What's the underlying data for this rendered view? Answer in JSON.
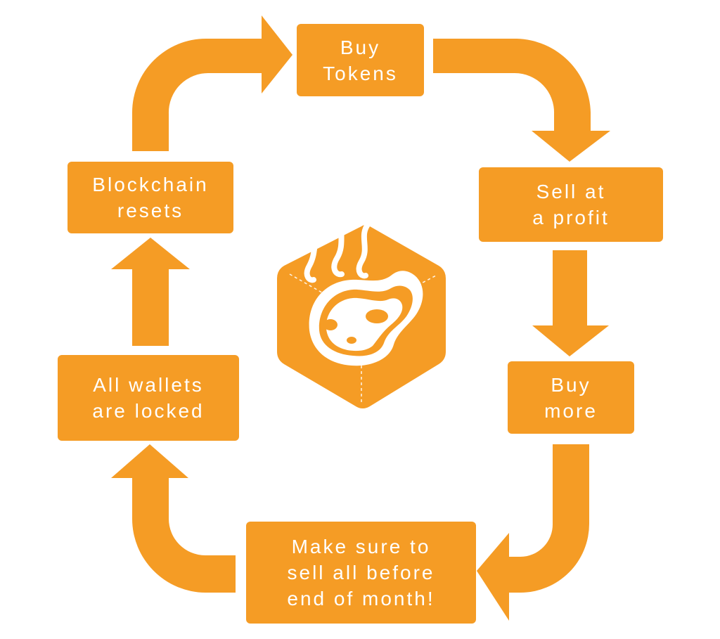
{
  "colors": {
    "accent": "#f59c25",
    "background": "#ffffff",
    "text": "#ffffff"
  },
  "steps": [
    {
      "line1": "Buy",
      "line2": "Tokens"
    },
    {
      "line1": "Sell at",
      "line2": "a profit"
    },
    {
      "line1": "Buy",
      "line2": "more"
    },
    {
      "line1": "Make sure to",
      "line2": "sell all before",
      "line3": "end of month!"
    },
    {
      "line1": "All wallets",
      "line2": "are locked"
    },
    {
      "line1": "Blockchain",
      "line2": "resets"
    }
  ],
  "center_logo": {
    "icon": "steak-cube-logo-icon"
  }
}
